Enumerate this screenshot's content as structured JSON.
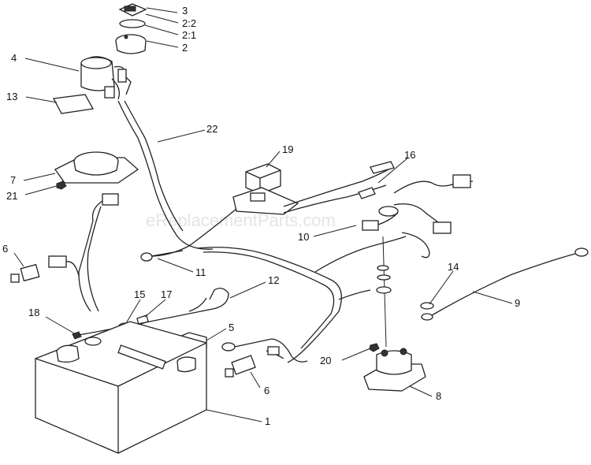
{
  "watermark": "eReplacementParts.com",
  "callouts": {
    "c3": "3",
    "c2_2": "2:2",
    "c2_1": "2:1",
    "c2": "2",
    "c4": "4",
    "c13": "13",
    "c22": "22",
    "c19": "19",
    "c16": "16",
    "c7": "7",
    "c21": "21",
    "c10": "10",
    "c6a": "6",
    "c11": "11",
    "c12": "12",
    "c14": "14",
    "c9": "9",
    "c15": "15",
    "c17": "17",
    "c18": "18",
    "c5": "5",
    "c20": "20",
    "c6b": "6",
    "c8": "8",
    "c1": "1"
  }
}
